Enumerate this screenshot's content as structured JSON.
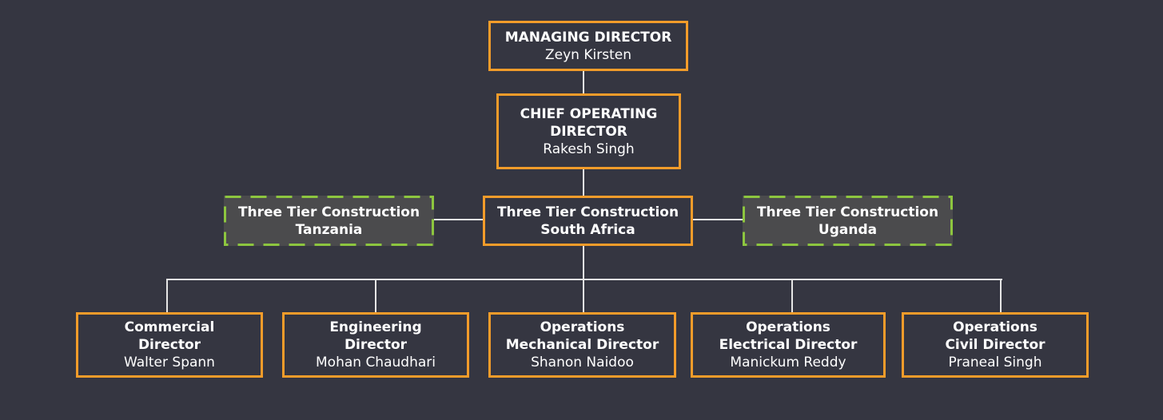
{
  "colors": {
    "background": "#353641",
    "node_border": "#f39c2a",
    "dashed_border": "#8dc63f",
    "region_fill": "#4b4b4d",
    "connector": "#e6e6e6"
  },
  "managing_director": {
    "title": "MANAGING DIRECTOR",
    "name": "Zeyn Kirsten"
  },
  "coo": {
    "title_line1": "CHIEF OPERATING",
    "title_line2": "DIRECTOR",
    "name": "Rakesh Singh"
  },
  "regions": {
    "tanzania": {
      "line1": "Three Tier Construction",
      "line2": "Tanzania"
    },
    "south_africa": {
      "line1": "Three Tier Construction",
      "line2": "South Africa"
    },
    "uganda": {
      "line1": "Three Tier Construction",
      "line2": "Uganda"
    }
  },
  "directors": [
    {
      "title_line1": "Commercial",
      "title_line2": "Director",
      "name": "Walter Spann"
    },
    {
      "title_line1": "Engineering",
      "title_line2": "Director",
      "name": "Mohan Chaudhari"
    },
    {
      "title_line1": "Operations",
      "title_line2": "Mechanical Director",
      "name": "Shanon Naidoo"
    },
    {
      "title_line1": "Operations",
      "title_line2": "Electrical Director",
      "name": "Manickum Reddy"
    },
    {
      "title_line1": "Operations",
      "title_line2": "Civil Director",
      "name": "Praneal Singh"
    }
  ]
}
